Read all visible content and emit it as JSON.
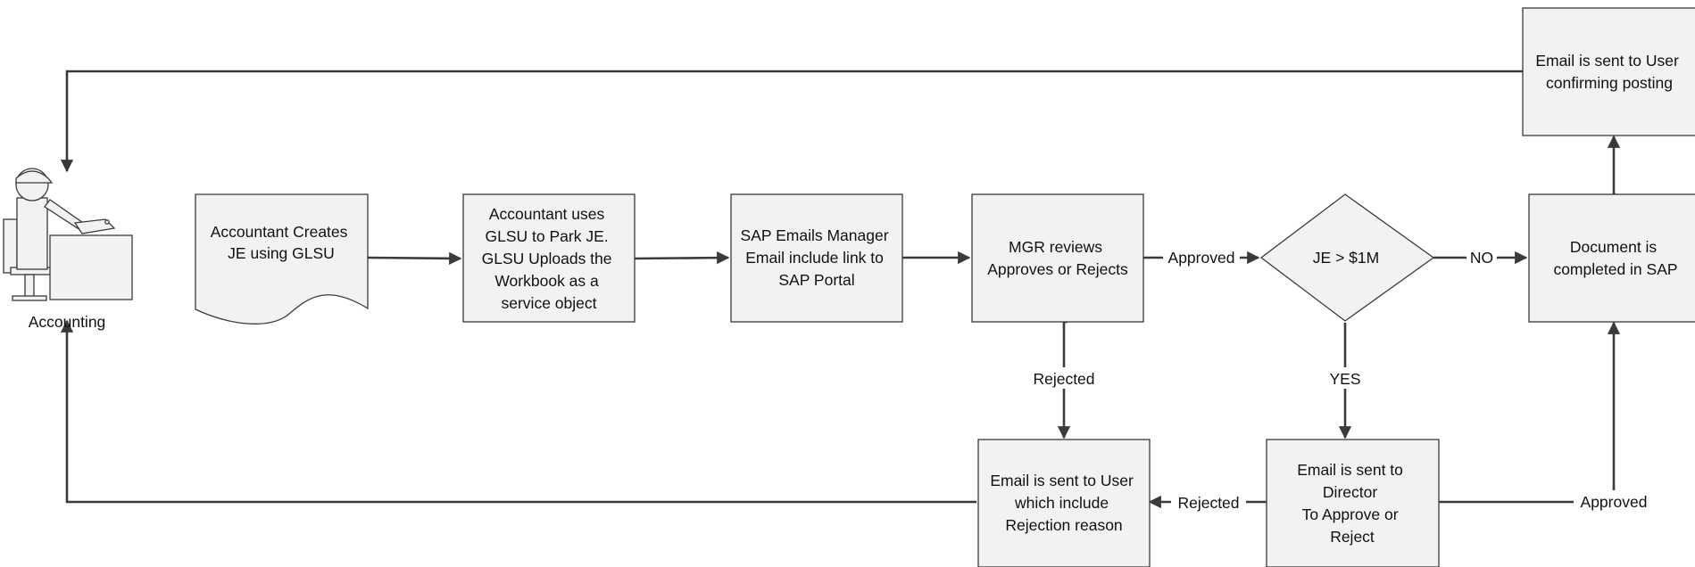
{
  "actor": {
    "label": "Accounting"
  },
  "nodes": {
    "create": {
      "lines": [
        "Accountant Creates",
        "JE using GLSU"
      ]
    },
    "park": {
      "lines": [
        "Accountant uses",
        "GLSU to  Park JE.",
        "GLSU Uploads the",
        "Workbook as a",
        "service object"
      ]
    },
    "sap_email": {
      "lines": [
        "SAP Emails Manager",
        "Email include link to",
        "SAP Portal"
      ]
    },
    "mgr": {
      "lines": [
        "MGR reviews",
        "Approves or Rejects"
      ]
    },
    "decision": {
      "lines": [
        "JE > $1M"
      ]
    },
    "completed": {
      "lines": [
        "Document is",
        "completed in SAP"
      ]
    },
    "confirm": {
      "lines": [
        "Email is sent to User",
        "confirming posting"
      ]
    },
    "director": {
      "lines": [
        "Email is sent to",
        "Director",
        "To Approve or",
        "Reject"
      ]
    },
    "rejection": {
      "lines": [
        "Email is sent to User",
        "which include",
        "Rejection reason"
      ]
    }
  },
  "edge_labels": {
    "mgr_approved": "Approved",
    "no": "NO",
    "mgr_rejected": "Rejected",
    "yes": "YES",
    "director_rejected": "Rejected",
    "director_approved": "Approved"
  },
  "colors": {
    "box_fill": "#f2f2f2",
    "stroke": "#3a3a3a"
  }
}
